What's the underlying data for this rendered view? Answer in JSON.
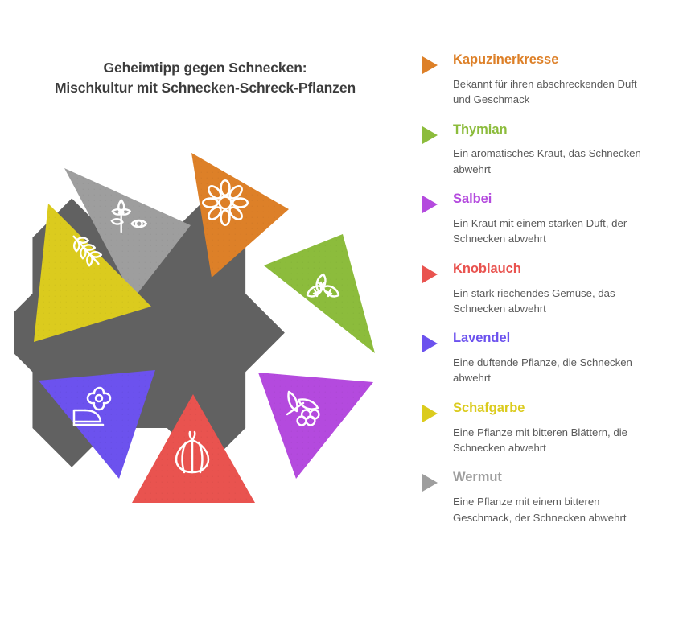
{
  "title": {
    "line1": "Geheimtipp gegen Schnecken:",
    "line2": "Mischkultur mit Schnecken-Schreck-Pflanzen"
  },
  "center_shape": {
    "color": "#616161",
    "name": "center-flower-shape"
  },
  "legend": [
    {
      "name": "Kapuzinerkresse",
      "description": "Bekannt für ihren abschreckenden Duft und Geschmack",
      "color": "#DD8028",
      "icon": "daisy-flower-icon"
    },
    {
      "name": "Thymian",
      "description": "Ein aromatisches Kraut, das Schnecken abwehrt",
      "color": "#8CBC3C",
      "icon": "three-leaf-herb-icon"
    },
    {
      "name": "Salbei",
      "description": "Ein Kraut mit einem starken Duft, der Schnecken abwehrt",
      "color": "#B44ADE",
      "icon": "leaf-berries-icon"
    },
    {
      "name": "Knoblauch",
      "description": "Ein stark riechendes Gemüse, das Schnecken abwehrt",
      "color": "#E9534F",
      "icon": "garlic-bulb-icon"
    },
    {
      "name": "Lavendel",
      "description": "Eine duftende Pflanze, die Schnecken abwehrt",
      "color": "#6C52EE",
      "icon": "flower-garden-bed-icon"
    },
    {
      "name": "Schafgarbe",
      "description": "Eine Pflanze mit bitteren Blättern, die Schnecken abwehrt",
      "color": "#DBCB1E",
      "icon": "wheat-stalk-icon"
    },
    {
      "name": "Wermut",
      "description": "Eine Pflanze mit einem bitteren Geschmack, der Schnecken abwehrt",
      "color": "#9E9E9E",
      "icon": "sprig-eye-icon"
    }
  ],
  "wheel": {
    "order": [
      "Wermut",
      "Kapuzinerkresse",
      "Thymian",
      "Salbei",
      "Knoblauch",
      "Lavendel",
      "Schafgarbe"
    ]
  }
}
